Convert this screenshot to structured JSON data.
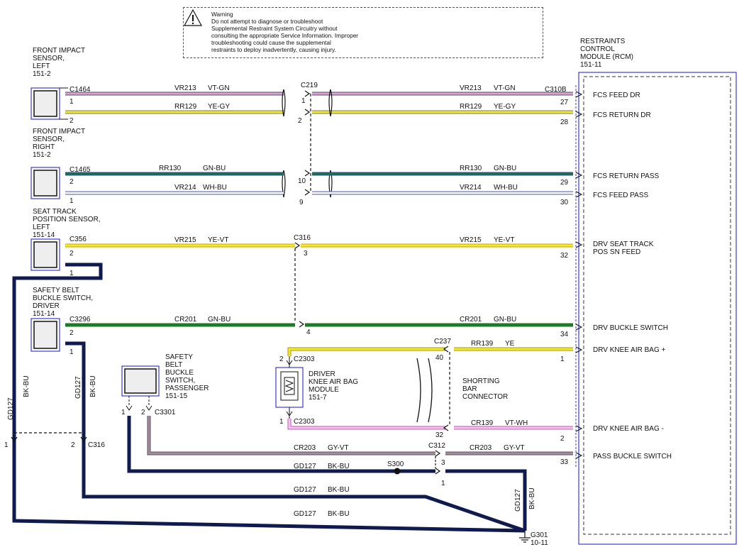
{
  "warning": {
    "title": "Warning",
    "lines": [
      "Do not attempt to diagnose or troubleshoot",
      "Supplemental Restraint System Circuitry without",
      "consulting the appropriate Service Information. Improper",
      "troubleshooting could cause the supplemental",
      "restraints to deploy inadvertently, causing injury."
    ]
  },
  "rcm": {
    "lines": [
      "RESTRAINTS",
      "CONTROL",
      "MODULE (RCM)",
      "151-11"
    ],
    "connector": "C310B"
  },
  "rcm_pins": [
    {
      "label": "FCS FEED DR",
      "pin": "27"
    },
    {
      "label": "FCS RETURN DR",
      "pin": "28"
    },
    {
      "label": "FCS RETURN PASS",
      "pin": "29"
    },
    {
      "label": "FCS FEED PASS",
      "pin": "30"
    },
    {
      "label": "DRV SEAT TRACK",
      "label2": "POS SN FEED",
      "pin": "32"
    },
    {
      "label": "DRV BUCKLE SWITCH",
      "pin": "34"
    },
    {
      "label": "DRV KNEE AIR BAG +",
      "pin": "1"
    },
    {
      "label": "DRV KNEE AIR BAG -",
      "pin": "2"
    },
    {
      "label": "PASS BUCKLE SWITCH",
      "pin": "33"
    }
  ],
  "components": {
    "fis_left": {
      "lines": [
        "FRONT IMPACT",
        "SENSOR,",
        "LEFT",
        "151-2"
      ],
      "connector": "C1464"
    },
    "fis_right": {
      "lines": [
        "FRONT IMPACT",
        "SENSOR,",
        "RIGHT",
        "151-2"
      ],
      "connector": "C1465"
    },
    "seat_track": {
      "lines": [
        "SEAT TRACK",
        "POSITION SENSOR,",
        "LEFT",
        "151-14"
      ],
      "connector": "C356"
    },
    "buckle_driver": {
      "lines": [
        "SAFETY BELT",
        "BUCKLE SWITCH,",
        "DRIVER",
        "151-14"
      ],
      "connector": "C3296"
    },
    "buckle_pass": {
      "lines": [
        "SAFETY",
        "BELT",
        "BUCKLE",
        "SWITCH,",
        "PASSENGER",
        "151-15"
      ],
      "connector": "C3301"
    },
    "knee_airbag": {
      "lines": [
        "DRIVER",
        "KNEE AIR BAG",
        "MODULE",
        "151-7"
      ],
      "connector_top": "C2303",
      "connector_bottom": "C2303"
    },
    "shorting_bar": {
      "lines": [
        "SHORTING",
        "BAR",
        "CONNECTOR"
      ]
    }
  },
  "inline_connectors": {
    "c219": "C219",
    "c316_upper": "C316",
    "c316_lower": "C316",
    "c237": "C237",
    "c312": "C312",
    "s300": "S300"
  },
  "ground": {
    "name": "G301",
    "ref": "10-11"
  },
  "circuits": {
    "vr213": {
      "id": "VR213",
      "color": "VT-GN"
    },
    "rr129": {
      "id": "RR129",
      "color": "YE-GY"
    },
    "rr130": {
      "id": "RR130",
      "color": "GN-BU"
    },
    "vr214": {
      "id": "VR214",
      "color": "WH-BU"
    },
    "vr215": {
      "id": "VR215",
      "color": "YE-VT"
    },
    "cr201": {
      "id": "CR201",
      "color": "GN-BU"
    },
    "rr139": {
      "id": "RR139",
      "color": "YE"
    },
    "cr139": {
      "id": "CR139",
      "color": "VT-WH"
    },
    "cr203": {
      "id": "CR203",
      "color": "GY-VT"
    },
    "gd127": {
      "id": "GD127",
      "color": "BK-BU"
    }
  },
  "pins": {
    "c1464_1": "1",
    "c1464_2": "2",
    "c219_1": "1",
    "c219_2": "2",
    "c1465_2": "2",
    "c1465_1": "1",
    "c219_10": "10",
    "c219_9": "9",
    "c356_2": "2",
    "c356_1": "1",
    "c316_3": "3",
    "c3296_2": "2",
    "c3296_1": "1",
    "c316_4": "4",
    "c2303_2": "2",
    "c2303_1": "1",
    "c237_40": "40",
    "c237_32": "32",
    "c3301_1": "1",
    "c3301_2": "2",
    "c316_l1": "1",
    "c316_l2": "2",
    "c312_3": "3",
    "c312_1": "1"
  },
  "colors": {
    "vt_gn": "#d9a0df",
    "ye": "#f2ea2a",
    "gn_bu": "#1f6e3c",
    "wh_bu": "#ffffff",
    "gn": "#1f7a25",
    "vt_wh": "#e98ee6",
    "gy_vt": "#a88aa3",
    "bk_bu": "#0f1a4e",
    "rcm_border": "#3b3bd6"
  }
}
